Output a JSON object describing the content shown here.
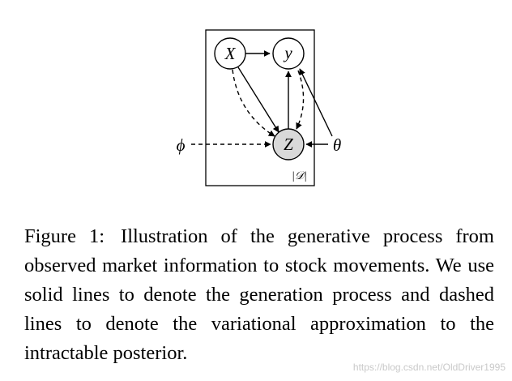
{
  "figure": {
    "diagram": {
      "nodes": {
        "x": "X",
        "y": "y",
        "z": "Z",
        "phi": "ϕ",
        "theta": "θ"
      },
      "plate_label": "|𝒟|",
      "colors": {
        "line": "#000000",
        "observed_fill": "#ffffff",
        "latent_fill": "#d9d9d9"
      }
    },
    "caption": {
      "prefix": "Figure 1:",
      "text": "Illustration of the generative process from observed market information to stock move­ments. We use solid lines to denote the generation process and dashed lines to denote the variational approximation to the intractable posterior."
    }
  },
  "watermark": "https://blog.csdn.net/OldDriver1995"
}
